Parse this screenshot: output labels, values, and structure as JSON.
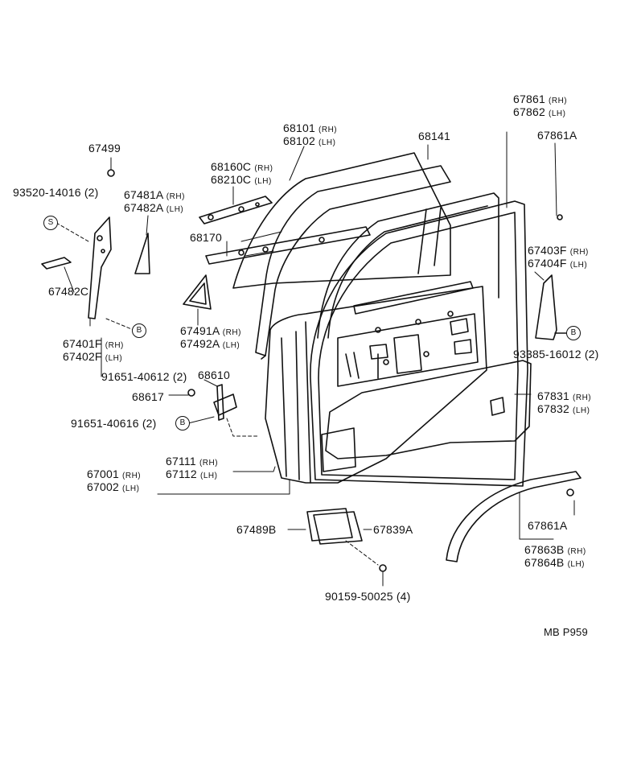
{
  "callouts": {
    "p67499": "67499",
    "p93520": "93520-14016 (2)",
    "p67482c": "67482C",
    "p67481a": "67481A",
    "p67482a": "67482A",
    "p68160c": "68160C",
    "p68210c": "68210C",
    "p68101": "68101",
    "p68102": "68102",
    "p68141": "68141",
    "p67861": "67861",
    "p67862": "67862",
    "p67861a_top": "67861A",
    "p68170": "68170",
    "p67403f": "67403F",
    "p67404f": "67404F",
    "p93385": "93385-16012 (2)",
    "p67491a": "67491A",
    "p67492a": "67492A",
    "p67401f": "67401F",
    "p67402f": "67402F",
    "p91651_40612": "91651-40612 (2)",
    "p68610": "68610",
    "p68617": "68617",
    "p91651_40616": "91651-40616 (2)",
    "p67831": "67831",
    "p67832": "67832",
    "p67111": "67111",
    "p67112": "67112",
    "p67001": "67001",
    "p67002": "67002",
    "p67489b": "67489B",
    "p67839a": "67839A",
    "p67861a_bottom": "67861A",
    "p67863b": "67863B",
    "p67864b": "67864B",
    "p90159": "90159-50025 (4)"
  },
  "side": {
    "rh": "(RH)",
    "lh": "(LH)"
  },
  "markers": {
    "s": "S",
    "b": "B"
  },
  "footer": {
    "code": "MB  P959"
  }
}
